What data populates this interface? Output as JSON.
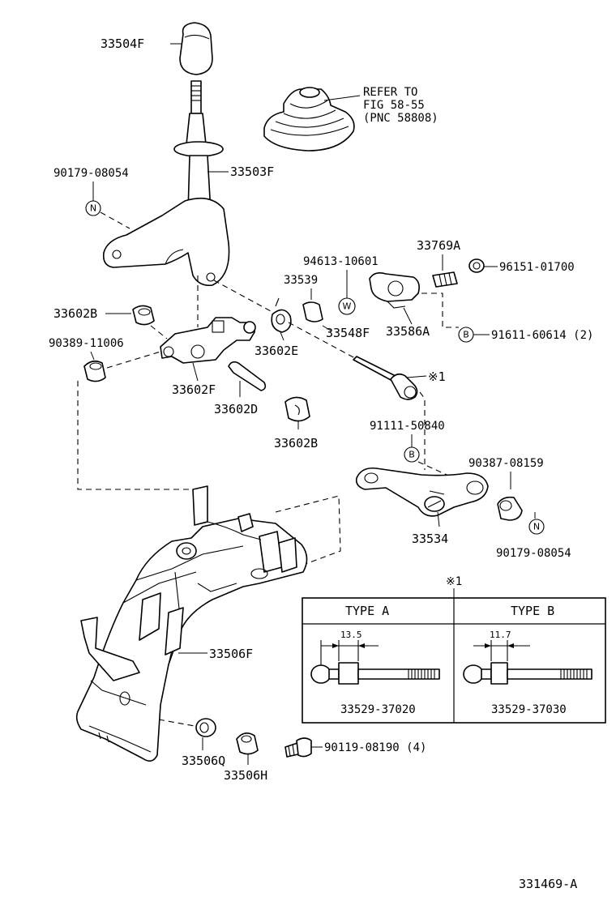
{
  "labels": {
    "knob": "33504F",
    "lever": "33503F",
    "bolt_n1": "90179-08054",
    "refer1": "REFER TO",
    "refer2": "FIG 58-55",
    "refer3": "(PNC 58808)",
    "washer_w": "94613-10601",
    "p33769a": "33769A",
    "p96151": "96151-01700",
    "p33539": "33539",
    "p33602b_a": "33602B",
    "p33548f": "33548F",
    "p33586a": "33586A",
    "p91611": "91611-60614 (2)",
    "p90389": "90389-11006",
    "p33602e": "33602E",
    "note1": "※1",
    "p33602f": "33602F",
    "p33602d": "33602D",
    "p33602b_b": "33602B",
    "p91111": "91111-50840",
    "p90387": "90387-08159",
    "p33534": "33534",
    "bolt_n2": "90179-08054",
    "note_box": "※1",
    "p33506f": "33506F",
    "p33506q": "33506Q",
    "p33506h": "33506H",
    "p90119": "90119-08190 (4)",
    "figure_no": "331469-A"
  },
  "symbols": {
    "n1": "N",
    "w": "W",
    "b1": "B",
    "b2": "B",
    "n2": "N"
  },
  "type_table": {
    "type_a": "TYPE  A",
    "type_b": "TYPE  B",
    "dim_a": "13.5",
    "dim_b": "11.7",
    "part_a": "33529-37020",
    "part_b": "33529-37030"
  }
}
